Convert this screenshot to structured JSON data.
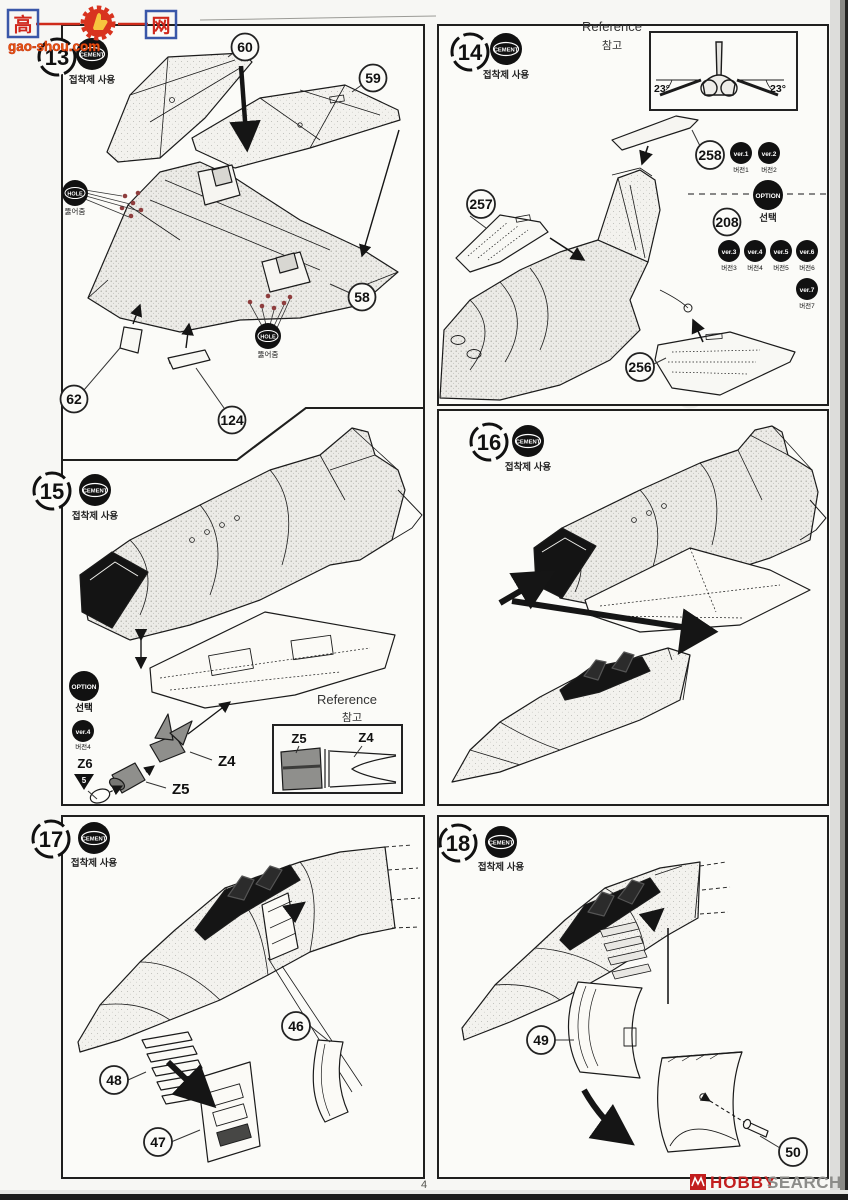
{
  "page": {
    "number": "4"
  },
  "watermark_top": {
    "char_left": "高",
    "char_right": "网",
    "domain": "gao-shou.com"
  },
  "watermark_bottom": {
    "word1": "HOBBY",
    "word2": "SEARCH"
  },
  "common": {
    "cement": "CEMENT",
    "cement_note": "접착제 사용",
    "option": "OPTION",
    "option_note": "선택",
    "hole": "HOLE",
    "hole_note": "뚫어줌",
    "reference_en": "Reference",
    "reference_ko": "참고"
  },
  "colors": {
    "accent_red": "#c21e1e",
    "hole_dot": "#8e3d3d",
    "part_gray": "#8f8f8c"
  },
  "step13": {
    "num": "13",
    "p60": "60",
    "p59": "59",
    "p58": "58",
    "p62": "62",
    "p124": "124"
  },
  "step14": {
    "num": "14",
    "p258": "258",
    "p257": "257",
    "p208": "208",
    "p256": "256",
    "angle_left": "23°",
    "angle_right": "23°",
    "ver1": "ver.1",
    "ver1_ko": "버전1",
    "ver2": "ver.2",
    "ver2_ko": "버전2",
    "ver3": "ver.3",
    "ver3_ko": "버전3",
    "ver4": "ver.4",
    "ver4_ko": "버전4",
    "ver5": "ver.5",
    "ver5_ko": "버전5",
    "ver6": "ver.6",
    "ver6_ko": "버전6",
    "ver7": "ver.7",
    "ver7_ko": "버전7"
  },
  "step15": {
    "num": "15",
    "ver4": "ver.4",
    "ver4_ko": "버전4",
    "z6": "Z6",
    "decal": "5",
    "z4": "Z4",
    "z5": "Z5",
    "ref_z5": "Z5",
    "ref_z4": "Z4"
  },
  "step16": {
    "num": "16"
  },
  "step17": {
    "num": "17",
    "p46": "46",
    "p48": "48",
    "p47": "47"
  },
  "step18": {
    "num": "18",
    "p49": "49",
    "p50": "50"
  }
}
